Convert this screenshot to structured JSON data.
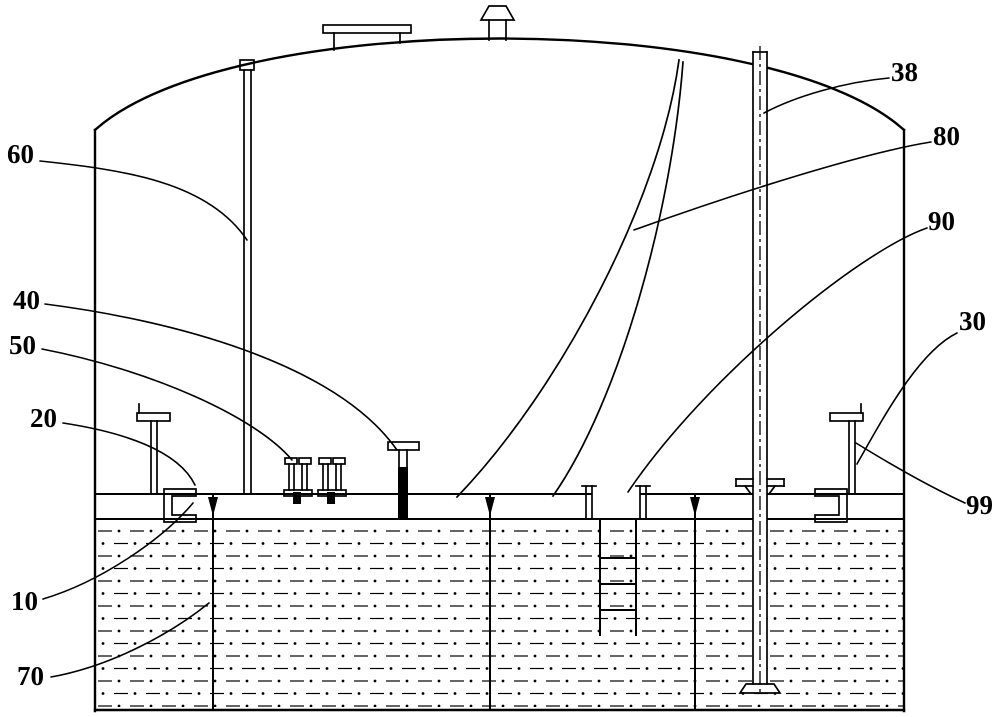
{
  "drawing": {
    "ink_color": "#000000",
    "paper_color": "#ffffff"
  },
  "callouts": {
    "n10": "10",
    "n20": "20",
    "n30": "30",
    "n38": "38",
    "n40": "40",
    "n50": "50",
    "n60": "60",
    "n70": "70",
    "n80": "80",
    "n90": "90",
    "n99": "99"
  }
}
